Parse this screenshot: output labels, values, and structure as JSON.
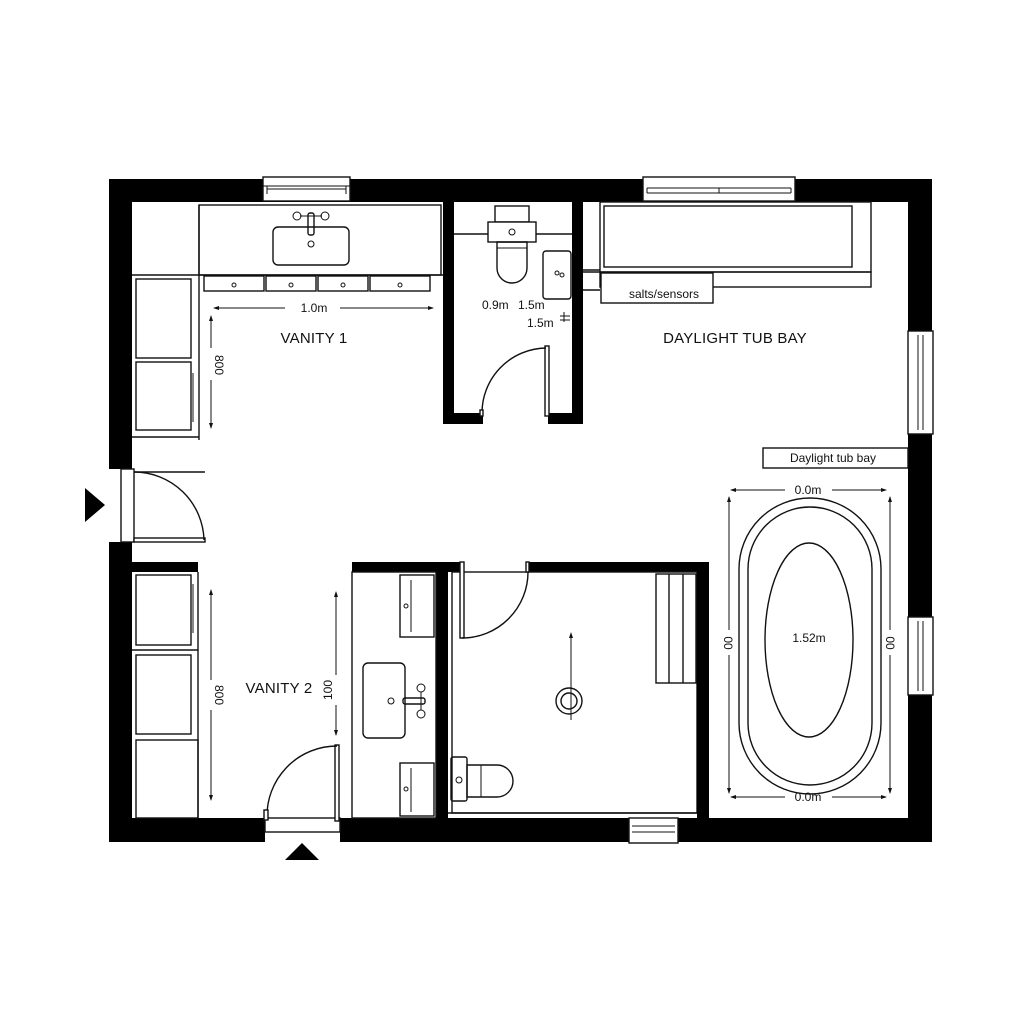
{
  "plan": {
    "rooms": {
      "vanity1": "VANITY 1",
      "vanity2": "VANITY 2",
      "tub_bay": "DAYLIGHT TUB BAY"
    },
    "tags": {
      "salts_sensors": "salts/sensors",
      "daylight_tub_bay": "Daylight tub bay"
    },
    "dimensions": {
      "vanity1_width": "1.0m",
      "vanity1_depth": "800",
      "wc_a": "0.9m",
      "wc_b": "1.5m",
      "wc_c": "1.5m",
      "vanity2_left": "800",
      "vanity2_right": "100",
      "tub_top": "0.0m",
      "tub_bottom": "0.0m",
      "tub_left": "00",
      "tub_right": "00",
      "tub_length": "1.52m"
    },
    "entrances": [
      {
        "name": "west-entry",
        "direction": "east"
      },
      {
        "name": "south-entry",
        "direction": "north"
      }
    ],
    "colors": {
      "wall": "#000000",
      "line": "#111111",
      "background": "#ffffff"
    }
  }
}
